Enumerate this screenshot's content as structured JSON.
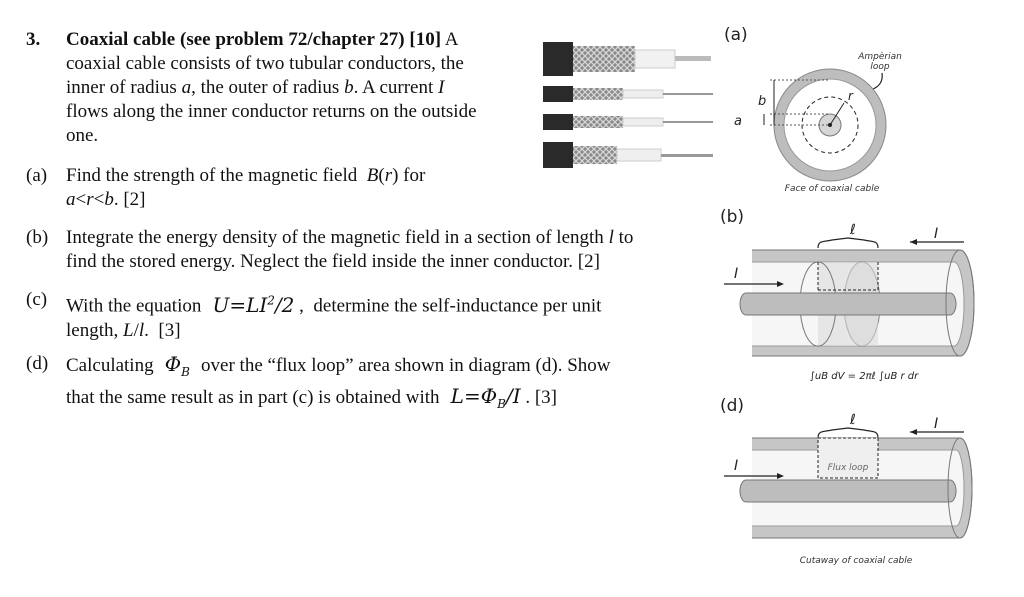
{
  "problem": {
    "number": "3.",
    "heading": "Coaxial cable (see problem 72/chapter 27) [10]",
    "intro_lines": [
      "A",
      "coaxial cable consists of two tubular conductors, the",
      "inner of radius a, the outer of radius b. A current I",
      "flows along the inner conductor returns on the outside",
      "one."
    ]
  },
  "parts": [
    {
      "label": "(a)",
      "lines": [
        "Find the strength of the magnetic field  B(r) for",
        "a<r<b. [2]"
      ]
    },
    {
      "label": "(b)",
      "lines": [
        "Integrate the energy density of the magnetic field in a section of length l to",
        "find the stored energy.  Neglect the field inside the inner conductor. [2]"
      ]
    },
    {
      "label": "(c)",
      "pre": "With the equation",
      "equation": "U=LI²/2 ,",
      "post": "determine the self-inductance per unit",
      "line2": "length, L/l.  [3]"
    },
    {
      "label": "(d)",
      "pre": "Calculating",
      "symbol": "Φ_B",
      "post": "over the “flux loop” area shown in diagram (d). Show",
      "line2_pre": "that the same result as in part (c) is obtained with",
      "equation": "L=Φ_B/I",
      "line2_post": ". [3]"
    }
  ],
  "diagram_a": {
    "label": "(a)",
    "amperian_label": [
      "Ampèrian",
      "loop"
    ],
    "labels": {
      "b": "b",
      "a": "a",
      "r": "r"
    },
    "caption": "Face of coaxial cable"
  },
  "diagram_b": {
    "label": "(b)",
    "length": "ℓ",
    "current_left": "I",
    "current_right": "I",
    "formula": "∫uB dV = 2πℓ ∫uB r dr"
  },
  "diagram_d": {
    "label": "(d)",
    "length": "ℓ",
    "current_left": "I",
    "current_right": "I",
    "flux_label": "Flux loop",
    "caption": "Cutaway of coaxial cable"
  },
  "colors": {
    "accent_red": "#c0392b",
    "cable_gray": "#bdbdbd",
    "dark_gray": "#555555"
  }
}
